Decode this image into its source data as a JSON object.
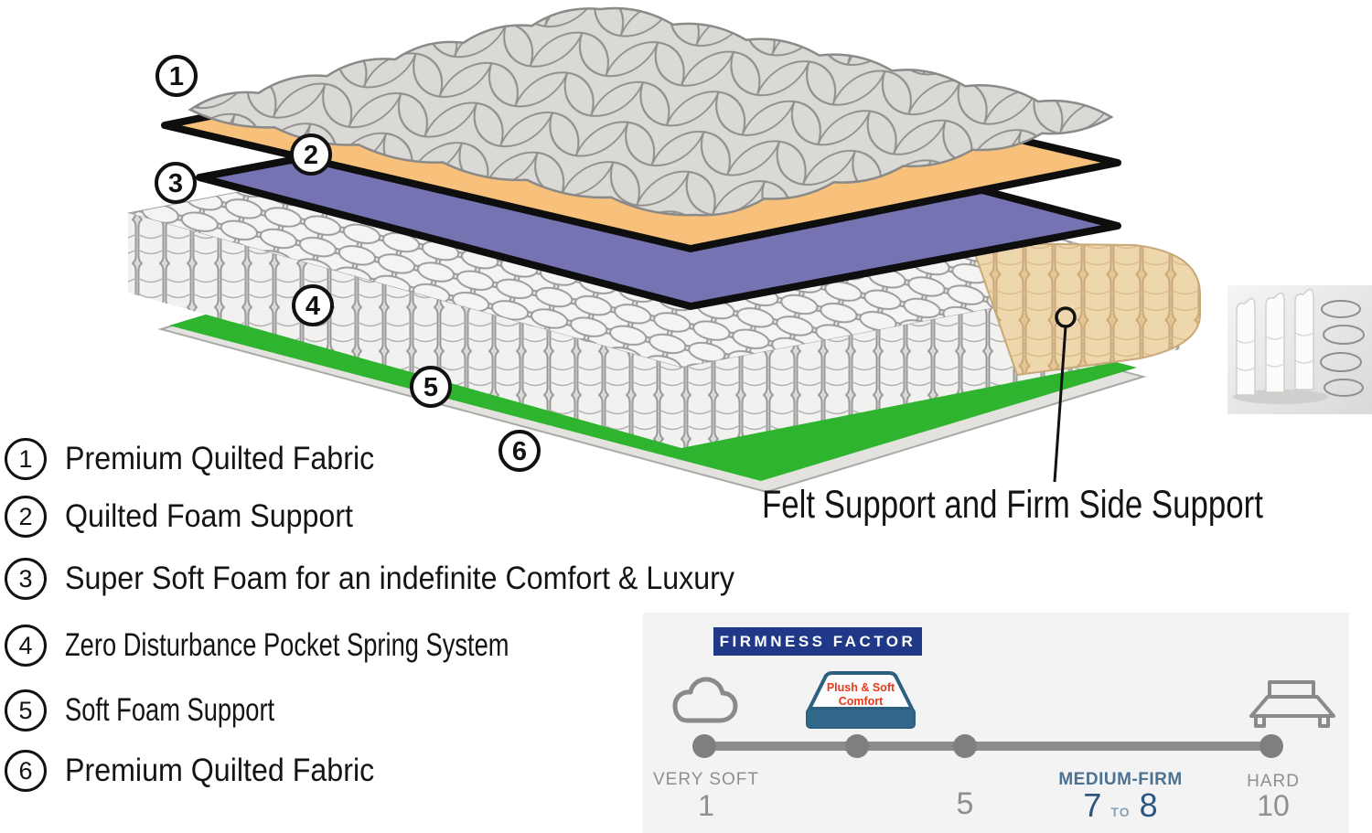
{
  "diagram": {
    "markers": [
      "1",
      "2",
      "3",
      "4",
      "5",
      "6"
    ],
    "felt_callout": "Felt Support and Firm Side Support",
    "layer_colors": {
      "quilted_fabric": "#dbd9d5",
      "quilted_foam": "#f7c07b",
      "super_soft_foam": "#7673b3",
      "pocket_springs": "#f1f1ef",
      "soft_foam_support": "#2fb42f",
      "bottom_fabric": "#e3e2df",
      "firm_side_support": "#eed7ac"
    }
  },
  "legend": {
    "items": [
      {
        "number": "1",
        "label": "Premium Quilted Fabric"
      },
      {
        "number": "2",
        "label": "Quilted Foam Support"
      },
      {
        "number": "3",
        "label": "Super Soft Foam for an indefinite Comfort & Luxury"
      },
      {
        "number": "4",
        "label": "Zero Disturbance Pocket Spring System"
      },
      {
        "number": "5",
        "label": "Soft Foam Support"
      },
      {
        "number": "6",
        "label": "Premium Quilted Fabric"
      }
    ]
  },
  "firmness": {
    "title": "FIRMNESS FACTOR",
    "badge_color": "#1f3888",
    "mattress_label": {
      "line1": "Plush & Soft",
      "line2": "Comfort",
      "color": "#e8391b"
    },
    "points": [
      {
        "label": "VERY SOFT",
        "value": "1"
      },
      {
        "label": "",
        "value": "5"
      },
      {
        "label": "MEDIUM-FIRM",
        "value_from": "7",
        "value_join": "TO",
        "value_to": "8"
      },
      {
        "label": "HARD",
        "value": "10"
      }
    ],
    "scale_color": "#8c8c8c",
    "accent_color": "#2c5680"
  }
}
